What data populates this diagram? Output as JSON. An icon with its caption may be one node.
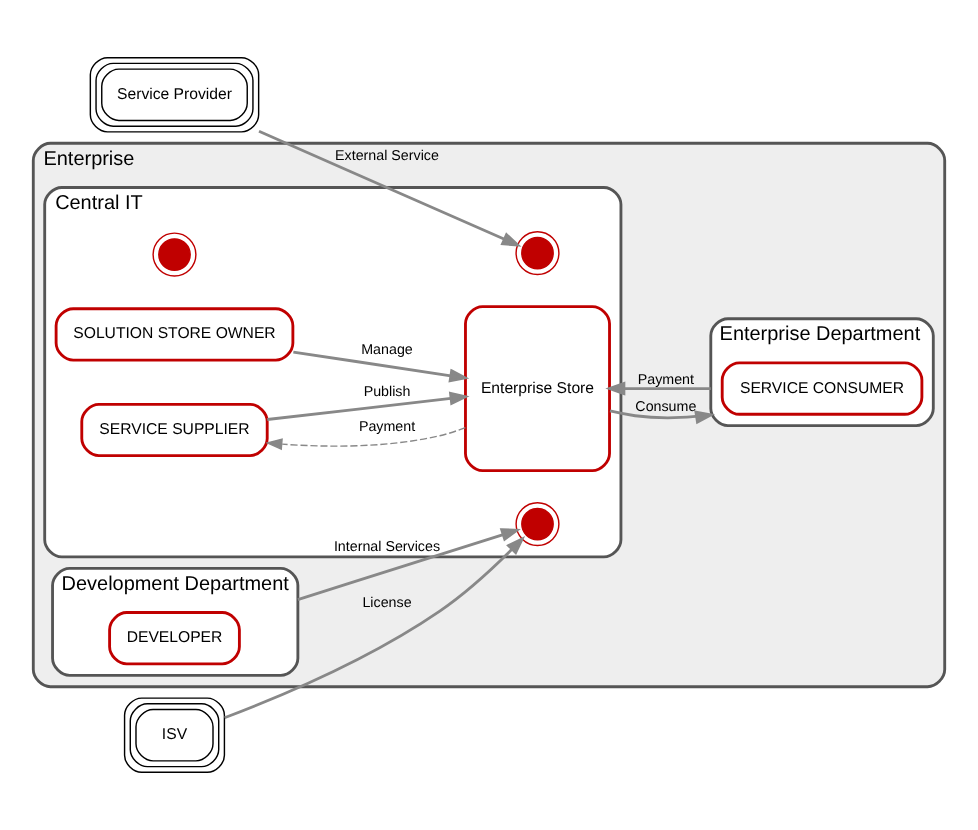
{
  "diagram": {
    "nodes": [
      {
        "text": [
          "Service Provider"
        ]
      },
      {
        "text": [
          "ISV"
        ]
      },
      {
        "text": [
          "Enterprise"
        ]
      },
      {
        "text": [
          "Central IT"
        ],
        "in": 2
      },
      {
        "text": [],
        "shape": "gear",
        "in": 3
      },
      {
        "text": [],
        "shape": "gear",
        "in": 3
      },
      {
        "text": [],
        "shape": "gear",
        "in": 3
      },
      {
        "text": [
          "SOLUTION STORE OWNER"
        ],
        "in": 3
      },
      {
        "text": [
          "SERVICE SUPPLIER"
        ],
        "in": 3
      },
      {
        "text": [
          "Enterprise Store"
        ],
        "in": 3
      },
      {
        "text": [
          "Development Department"
        ],
        "in": 2
      },
      {
        "text": [
          "DEVELOPER"
        ],
        "in": 10
      },
      {
        "text": [
          "Enterprise Department"
        ],
        "in": 2
      },
      {
        "text": [
          "SERVICE CONSUMER"
        ],
        "in": 12
      }
    ],
    "edges": [
      {
        "from": 0,
        "to": 4,
        "arrow": "to",
        "label": "External Service"
      },
      {
        "from": 1,
        "to": 6,
        "arrow": "to",
        "label": "License"
      },
      {
        "from": 10,
        "to": 6,
        "arrow": "to",
        "label": "Internal Services"
      },
      {
        "from": 7,
        "to": 9,
        "arrow": "to",
        "label": "Manage"
      },
      {
        "from": 8,
        "to": 9,
        "arrow": "to",
        "label": "Publish"
      },
      {
        "from": 9,
        "to": 8,
        "arrow": "to",
        "label": "Payment",
        "style": "dashed"
      },
      {
        "from": 9,
        "to": 12,
        "arrow": "to",
        "label": "Consume"
      },
      {
        "from": 12,
        "to": 9,
        "arrow": "to",
        "label": "Payment"
      }
    ]
  }
}
